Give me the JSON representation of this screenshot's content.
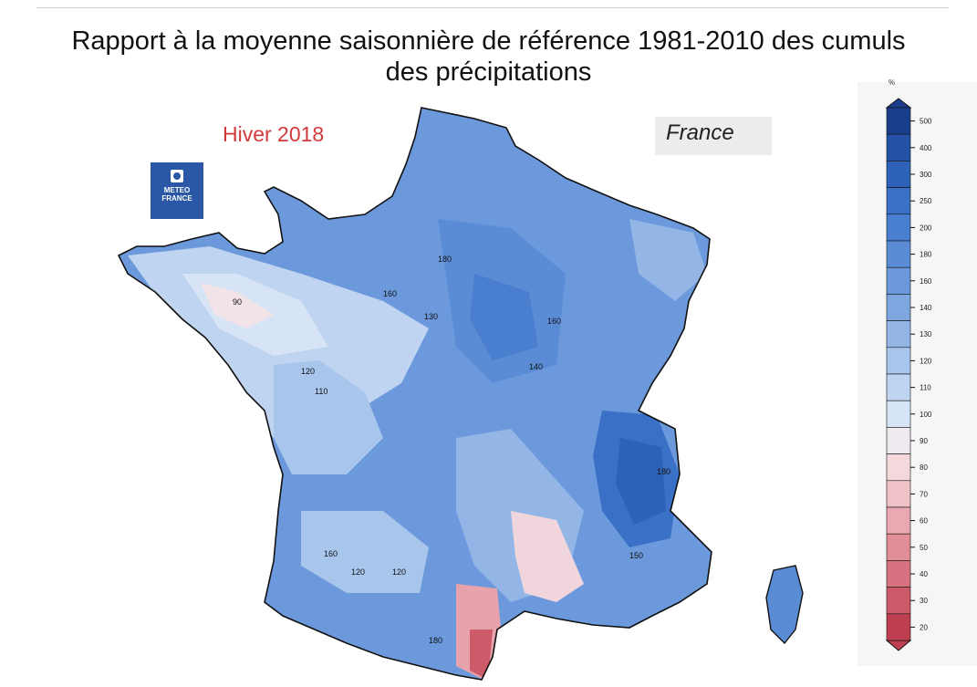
{
  "title": {
    "line1": "Rapport à la moyenne saisonnière de référence 1981-2010 des cumuls",
    "line2": "des précipitations"
  },
  "season_label": "Hiver 2018",
  "region_label": "France",
  "logo": {
    "line1": "METEO",
    "line2": "FRANCE"
  },
  "legend": {
    "unit": "%",
    "levels": [
      "500",
      "400",
      "300",
      "250",
      "200",
      "180",
      "160",
      "140",
      "130",
      "120",
      "110",
      "100",
      "90",
      "80",
      "70",
      "60",
      "50",
      "40",
      "30",
      "20"
    ],
    "colors": [
      "#1a3e8c",
      "#2452a6",
      "#2d62b8",
      "#3a70c6",
      "#4a7fd0",
      "#5a8cd6",
      "#6b99dc",
      "#7ea7e0",
      "#93b6e6",
      "#a8c5ec",
      "#bfd4f0",
      "#d6e4f5",
      "#eeeaf0",
      "#f3d8dc",
      "#f0c2c7",
      "#eaa8b0",
      "#e28e98",
      "#d87280",
      "#cc5a68",
      "#be3f4f"
    ]
  },
  "contour_labels": [
    "180",
    "160",
    "140",
    "130",
    "120",
    "110",
    "90",
    "120",
    "160",
    "180",
    "150",
    "160",
    "120",
    "180"
  ],
  "colors": {
    "title": "#111111",
    "season_label": "#d23a3a",
    "logo_bg": "#2a58a6"
  }
}
